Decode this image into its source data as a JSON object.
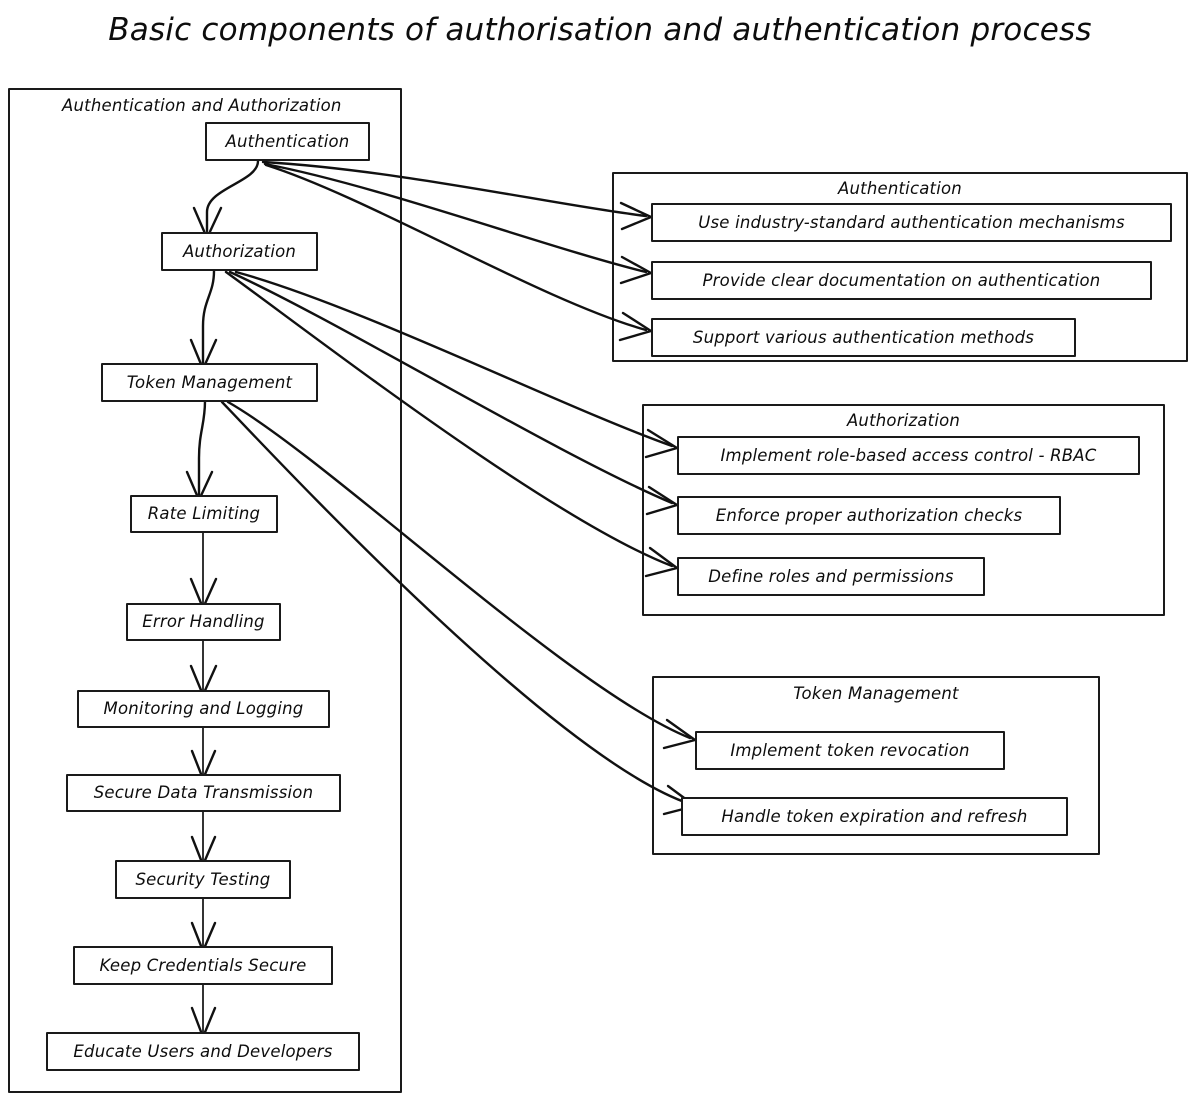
{
  "title": "Basic components of authorisation and authentication process",
  "colors": {
    "background": "#ffffff",
    "stroke": "#1a1a1a",
    "text": "#0d0d0d",
    "edge": "#111111"
  },
  "clusters": [
    {
      "id": "auth-and-authz",
      "label": "Authentication and Authorization",
      "nodes": [
        {
          "id": "authentication",
          "label": "Authentication"
        },
        {
          "id": "authorization",
          "label": "Authorization"
        },
        {
          "id": "token-management",
          "label": "Token Management"
        },
        {
          "id": "rate-limiting",
          "label": "Rate Limiting"
        },
        {
          "id": "error-handling",
          "label": "Error Handling"
        },
        {
          "id": "monitoring-and-logging",
          "label": "Monitoring and Logging"
        },
        {
          "id": "secure-data-transmission",
          "label": "Secure Data Transmission"
        },
        {
          "id": "security-testing",
          "label": "Security Testing"
        },
        {
          "id": "keep-credentials-secure",
          "label": "Keep Credentials Secure"
        },
        {
          "id": "educate-users-and-developers",
          "label": "Educate Users and Developers"
        }
      ]
    },
    {
      "id": "authentication-details",
      "label": "Authentication",
      "nodes": [
        {
          "id": "use-industry-standard",
          "label": "Use industry-standard authentication mechanisms"
        },
        {
          "id": "provide-clear-docs",
          "label": "Provide clear documentation on authentication"
        },
        {
          "id": "support-various-methods",
          "label": "Support various authentication methods"
        }
      ]
    },
    {
      "id": "authorization-details",
      "label": "Authorization",
      "nodes": [
        {
          "id": "implement-rbac",
          "label": "Implement role-based access control - RBAC"
        },
        {
          "id": "enforce-authz-checks",
          "label": "Enforce proper authorization checks"
        },
        {
          "id": "define-roles",
          "label": "Define roles and permissions"
        }
      ]
    },
    {
      "id": "token-management-details",
      "label": "Token Management",
      "nodes": [
        {
          "id": "implement-token-revocation",
          "label": "Implement token revocation"
        },
        {
          "id": "handle-token-expiration",
          "label": "Handle token expiration and refresh"
        }
      ]
    }
  ],
  "edges": [
    {
      "from": "authentication",
      "to": "authorization",
      "kind": "flow-down"
    },
    {
      "from": "authorization",
      "to": "token-management",
      "kind": "flow-down"
    },
    {
      "from": "token-management",
      "to": "rate-limiting",
      "kind": "flow-down"
    },
    {
      "from": "rate-limiting",
      "to": "error-handling",
      "kind": "flow-down"
    },
    {
      "from": "error-handling",
      "to": "monitoring-and-logging",
      "kind": "flow-down"
    },
    {
      "from": "monitoring-and-logging",
      "to": "secure-data-transmission",
      "kind": "flow-down"
    },
    {
      "from": "secure-data-transmission",
      "to": "security-testing",
      "kind": "flow-down"
    },
    {
      "from": "security-testing",
      "to": "keep-credentials-secure",
      "kind": "flow-down"
    },
    {
      "from": "keep-credentials-secure",
      "to": "educate-users-and-developers",
      "kind": "flow-down"
    },
    {
      "from": "authentication",
      "to": "use-industry-standard",
      "kind": "cross"
    },
    {
      "from": "authentication",
      "to": "provide-clear-docs",
      "kind": "cross"
    },
    {
      "from": "authentication",
      "to": "support-various-methods",
      "kind": "cross"
    },
    {
      "from": "authorization",
      "to": "implement-rbac",
      "kind": "cross"
    },
    {
      "from": "authorization",
      "to": "enforce-authz-checks",
      "kind": "cross"
    },
    {
      "from": "authorization",
      "to": "define-roles",
      "kind": "cross"
    },
    {
      "from": "token-management",
      "to": "implement-token-revocation",
      "kind": "cross"
    },
    {
      "from": "token-management",
      "to": "handle-token-expiration",
      "kind": "cross"
    }
  ]
}
